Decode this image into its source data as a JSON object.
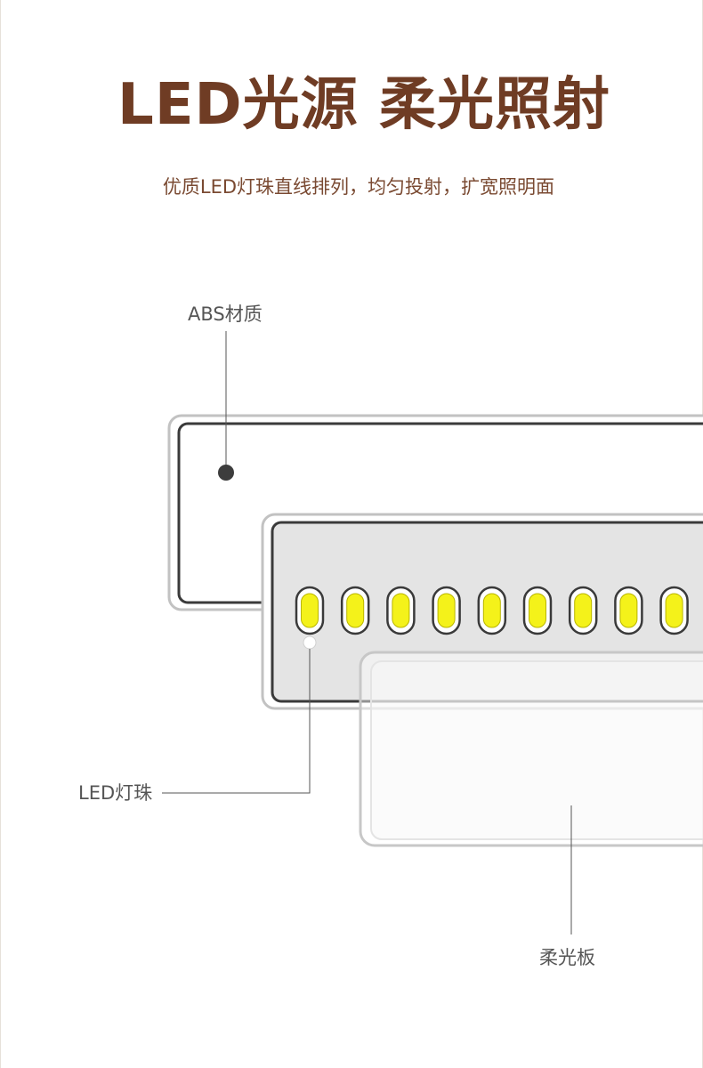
{
  "header": {
    "title": "LED光源 柔光照射",
    "subtitle": "优质LED灯珠直线排列，均匀投射，扩宽照明面"
  },
  "callouts": {
    "abs_material": "ABS材质",
    "led_beads": "LED灯珠",
    "diffuser": "柔光板"
  },
  "colors": {
    "title": "#6f3c24",
    "subtitle": "#7a4a32",
    "label": "#555555",
    "led_glow": "#f4f21a",
    "panel_fill": "#e4e4e4",
    "frame_outline": "#3a3a3a"
  },
  "led_bead_count": 9
}
